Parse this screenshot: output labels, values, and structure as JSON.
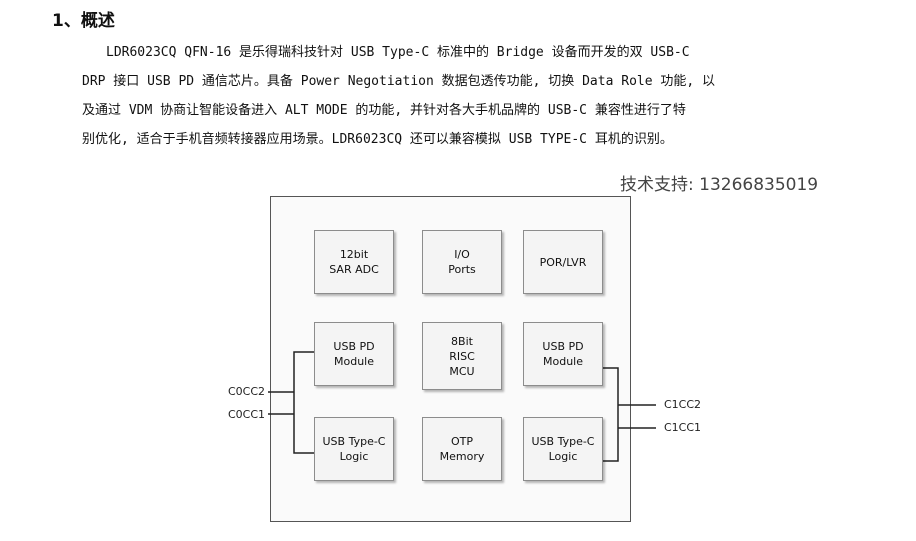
{
  "section": {
    "heading": "1、概述"
  },
  "paragraph": {
    "lines": [
      "LDR6023CQ QFN-16 是乐得瑞科技针对 USB Type-C 标准中的 Bridge 设备而开发的双 USB-C",
      "DRP 接口 USB PD 通信芯片。具备 Power Negotiation 数据包透传功能, 切换 Data Role 功能, 以",
      "及通过 VDM 协商让智能设备进入 ALT MODE 的功能, 并针对各大手机品牌的 USB-C 兼容性进行了特",
      "别优化, 适合于手机音频转接器应用场景。LDR6023CQ 还可以兼容模拟 USB TYPE-C 耳机的识别。"
    ]
  },
  "watermark": {
    "tech_support": "技术支持: 13266835019"
  },
  "diagram": {
    "blocks": {
      "adc": "12bit\nSAR ADC",
      "io": "I/O\nPorts",
      "por": "POR/LVR",
      "pd_left": "USB PD\nModule",
      "mcu": "8Bit\nRISC\nMCU",
      "pd_right": "USB PD\nModule",
      "typec_left": "USB Type-C\nLogic",
      "otp": "OTP\nMemory",
      "typec_right": "USB Type-C\nLogic"
    },
    "pins": {
      "c0cc2": "C0CC2",
      "c0cc1": "C0CC1",
      "c1cc2": "C1CC2",
      "c1cc1": "C1CC1"
    }
  }
}
